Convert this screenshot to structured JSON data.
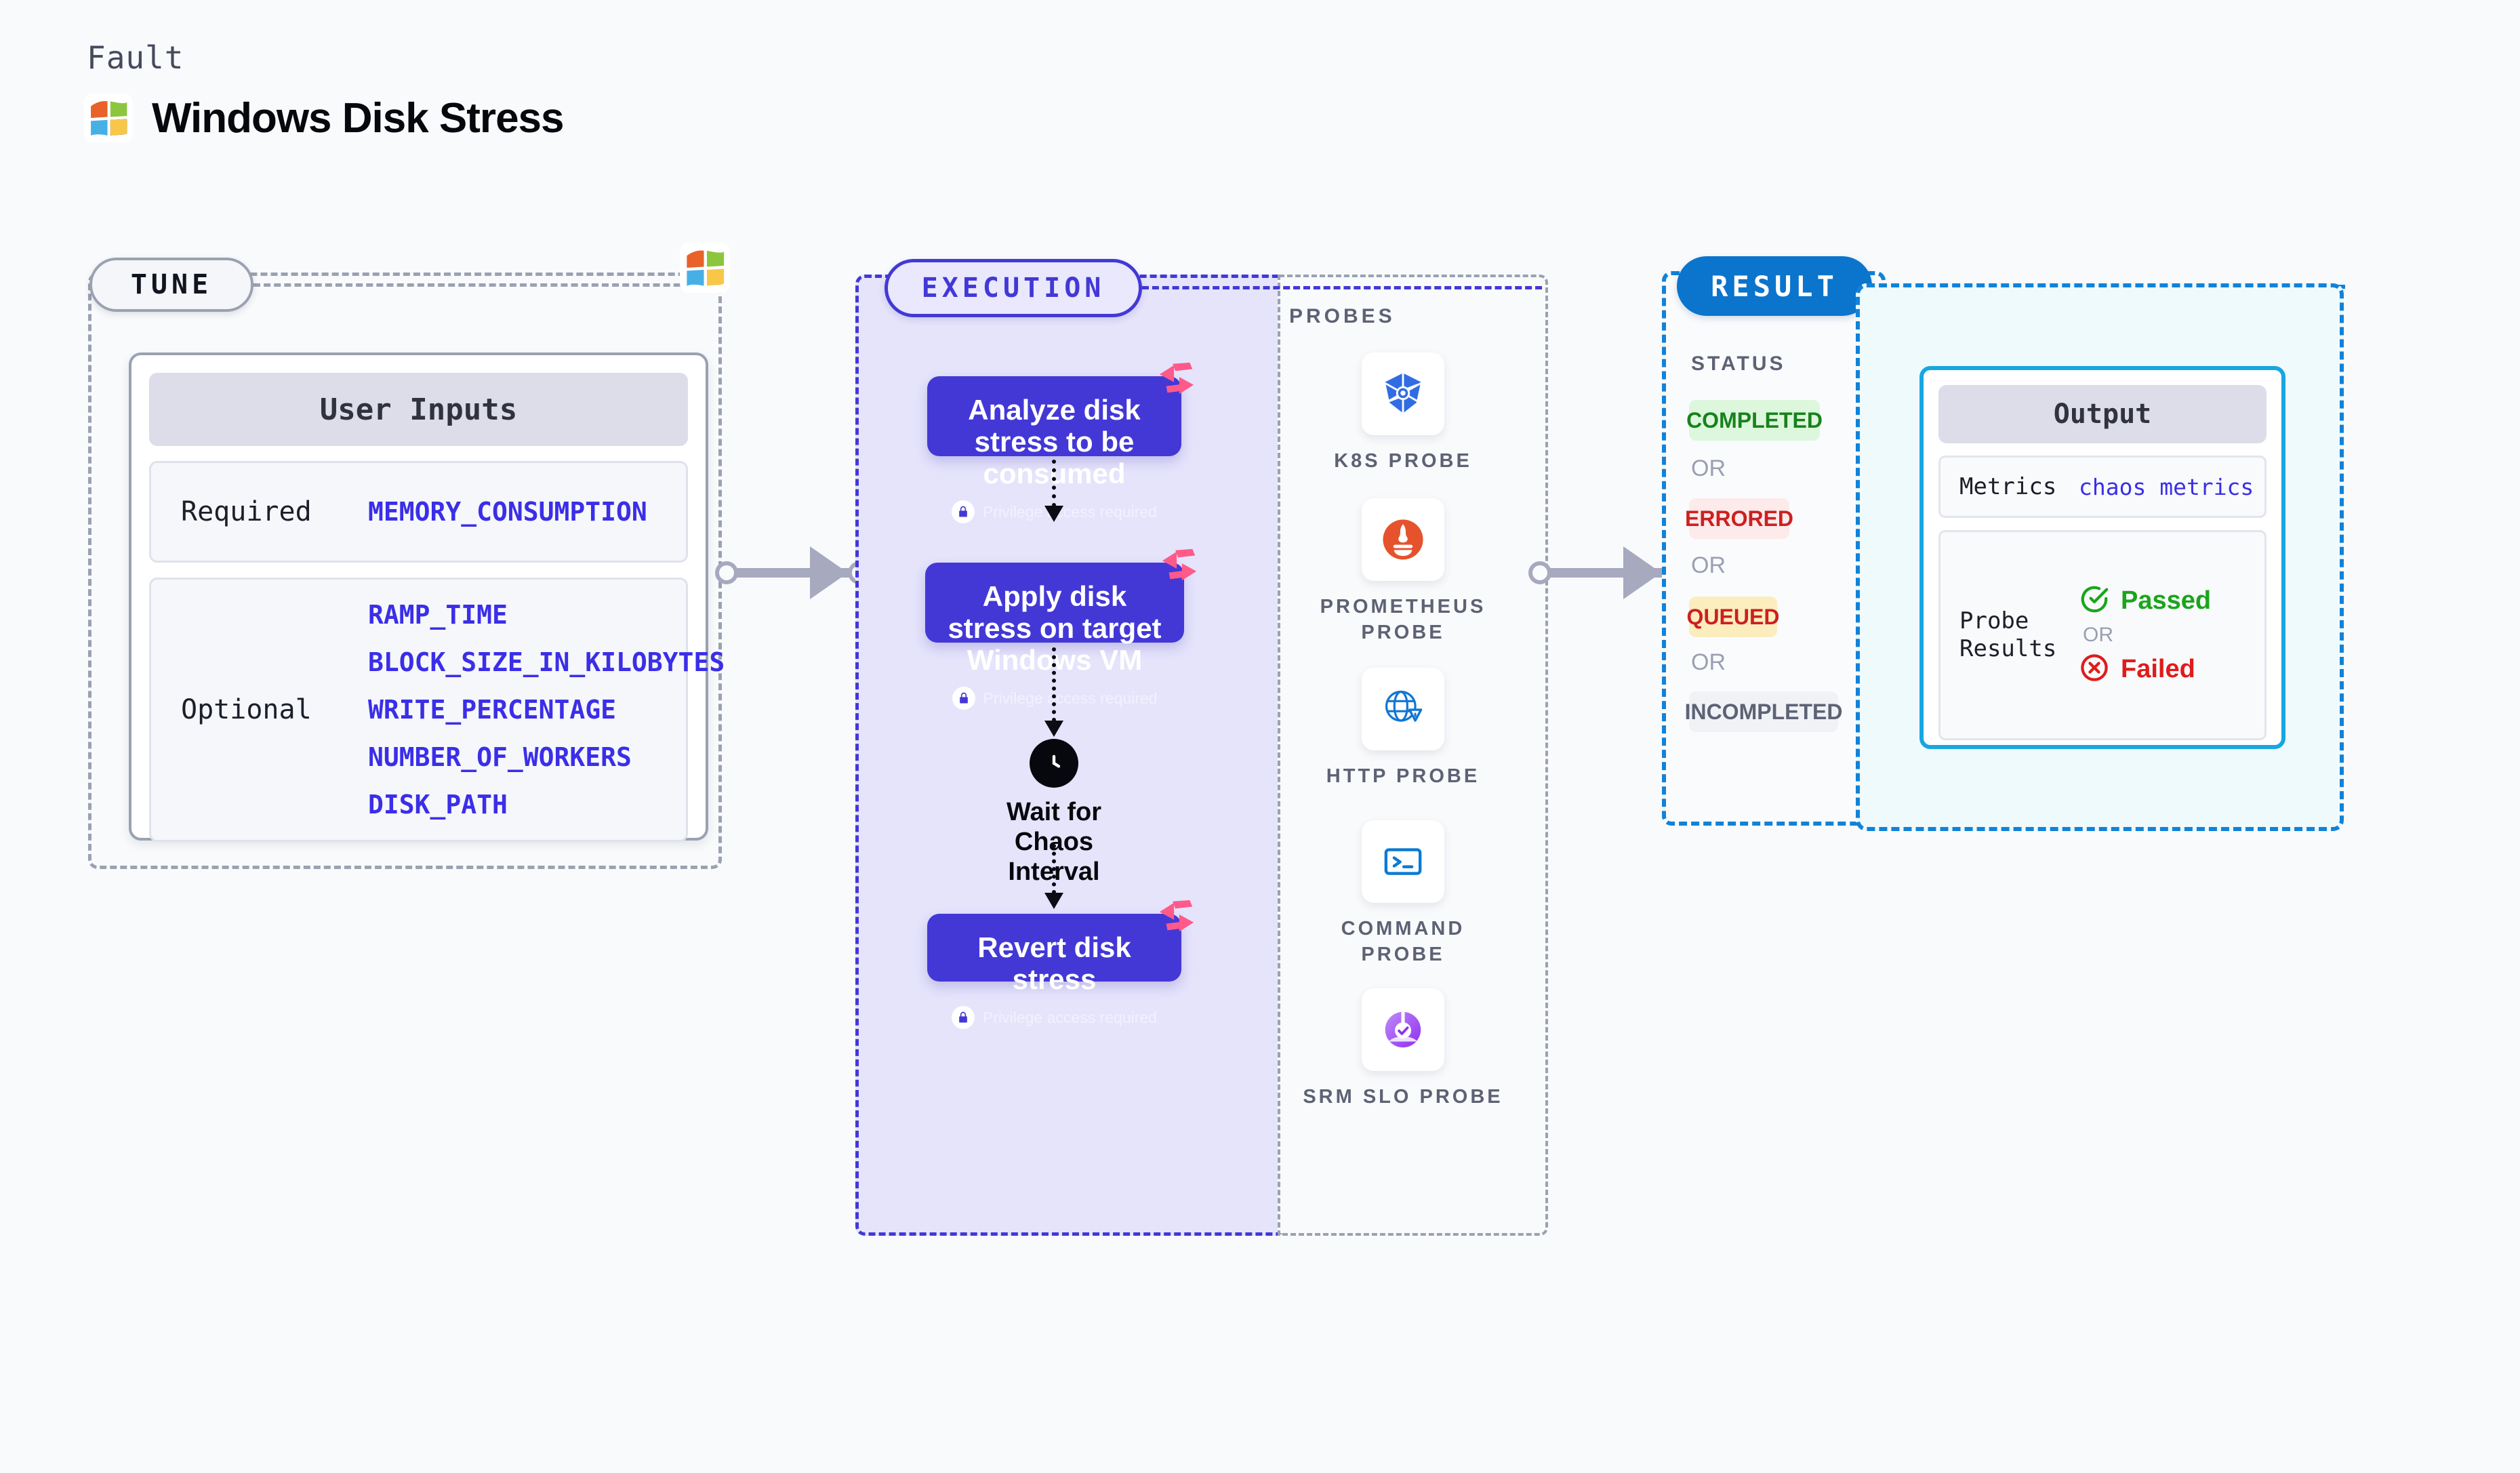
{
  "header": {
    "eyebrow": "Fault",
    "title": "Windows Disk Stress",
    "logo_icon": "windows-logo-icon"
  },
  "tune": {
    "badge": "TUNE",
    "card_title": "User Inputs",
    "rows": [
      {
        "key": "Required",
        "values": [
          "MEMORY_CONSUMPTION"
        ]
      },
      {
        "key": "Optional",
        "values": [
          "RAMP_TIME",
          "BLOCK_SIZE_IN_KILOBYTES",
          "WRITE_PERCENTAGE",
          "NUMBER_OF_WORKERS",
          "DISK_PATH"
        ]
      }
    ]
  },
  "execution": {
    "badge": "EXECUTION",
    "privilege_note": "Privilege access required",
    "steps": [
      {
        "title": "Analyze disk stress to be consumed",
        "privileged": true
      },
      {
        "title": "Apply disk stress on target Windows VM",
        "privileged": true
      },
      {
        "title": "Revert disk stress",
        "privileged": true
      }
    ],
    "wait_node": {
      "label": "Wait for Chaos Interval",
      "icon": "clock-icon"
    }
  },
  "probes": {
    "heading": "PROBES",
    "items": [
      {
        "label": "K8S PROBE",
        "icon": "kubernetes-icon"
      },
      {
        "label": "PROMETHEUS PROBE",
        "icon": "prometheus-icon"
      },
      {
        "label": "HTTP PROBE",
        "icon": "http-globe-icon"
      },
      {
        "label": "COMMAND PROBE",
        "icon": "terminal-icon"
      },
      {
        "label": "SRM SLO PROBE",
        "icon": "srm-slo-icon"
      }
    ]
  },
  "result": {
    "badge": "RESULT",
    "status_heading": "STATUS",
    "or_label": "OR",
    "statuses": [
      {
        "label": "COMPLETED",
        "bg": "#ddf7dc",
        "fg": "#17821c"
      },
      {
        "label": "ERRORED",
        "bg": "#fdeaea",
        "fg": "#cc2020"
      },
      {
        "label": "QUEUED",
        "bg": "#fcedbe",
        "fg": "#cc2020"
      },
      {
        "label": "INCOMPLETED",
        "bg": "#f1f2f6",
        "fg": "#5d6274"
      }
    ]
  },
  "output": {
    "card_title": "Output",
    "metrics_key": "Metrics",
    "metrics_value": "chaos metrics",
    "probe_results_key": "Probe Results",
    "passed_label": "Passed",
    "failed_label": "Failed",
    "or_label": "OR",
    "passed_icon": "check-circle-icon",
    "failed_icon": "x-circle-icon"
  },
  "colors": {
    "execution_purple": "#4338d6",
    "execution_bg": "#e5e4fb",
    "result_blue": "#0b74cc",
    "output_cyan": "#17a6e0",
    "output_bg": "#effafd",
    "tune_grey": "#9aa2b1",
    "accent_pink": "#ff5a8a",
    "page_bg": "#f8fafc"
  }
}
